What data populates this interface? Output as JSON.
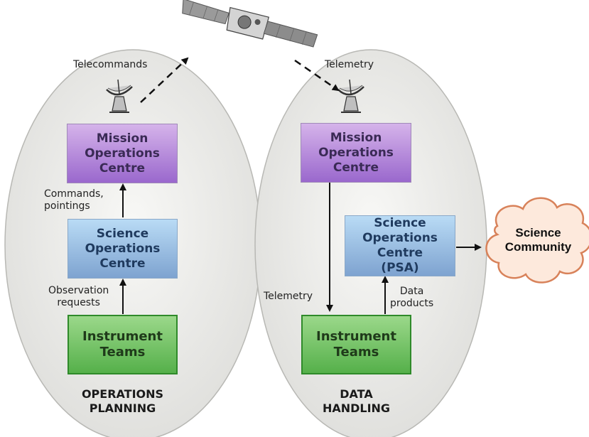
{
  "left_panel": {
    "telecommands_label": "Telecommands",
    "mission_box": [
      "Mission",
      "Operations",
      "Centre"
    ],
    "commands_label": [
      "Commands,",
      "pointings"
    ],
    "science_box": [
      "Science",
      "Operations",
      "Centre"
    ],
    "observation_label": [
      "Observation",
      "requests"
    ],
    "instrument_box": [
      "Instrument",
      "Teams"
    ],
    "footer": [
      "OPERATIONS",
      "PLANNING"
    ]
  },
  "right_panel": {
    "telemetry_top_label": "Telemetry",
    "mission_box": [
      "Mission",
      "Operations",
      "Centre"
    ],
    "science_box": [
      "Science",
      "Operations",
      "Centre",
      "(PSA)"
    ],
    "telemetry_side_label": "Telemetry",
    "data_products_label": [
      "Data",
      "products"
    ],
    "instrument_box": [
      "Instrument",
      "Teams"
    ],
    "footer": [
      "DATA",
      "HANDLING"
    ]
  },
  "cloud": [
    "Science",
    "Community"
  ],
  "icons": [
    "satellite-icon",
    "ground-station-dish-icon"
  ],
  "colors": {
    "mission": "#b58ce0",
    "science": "#9ec3ea",
    "instrument": "#7ac86a",
    "cloud_fill": "#fde9dc",
    "cloud_stroke": "#d8825a",
    "ellipse_fill": "#ececec"
  }
}
